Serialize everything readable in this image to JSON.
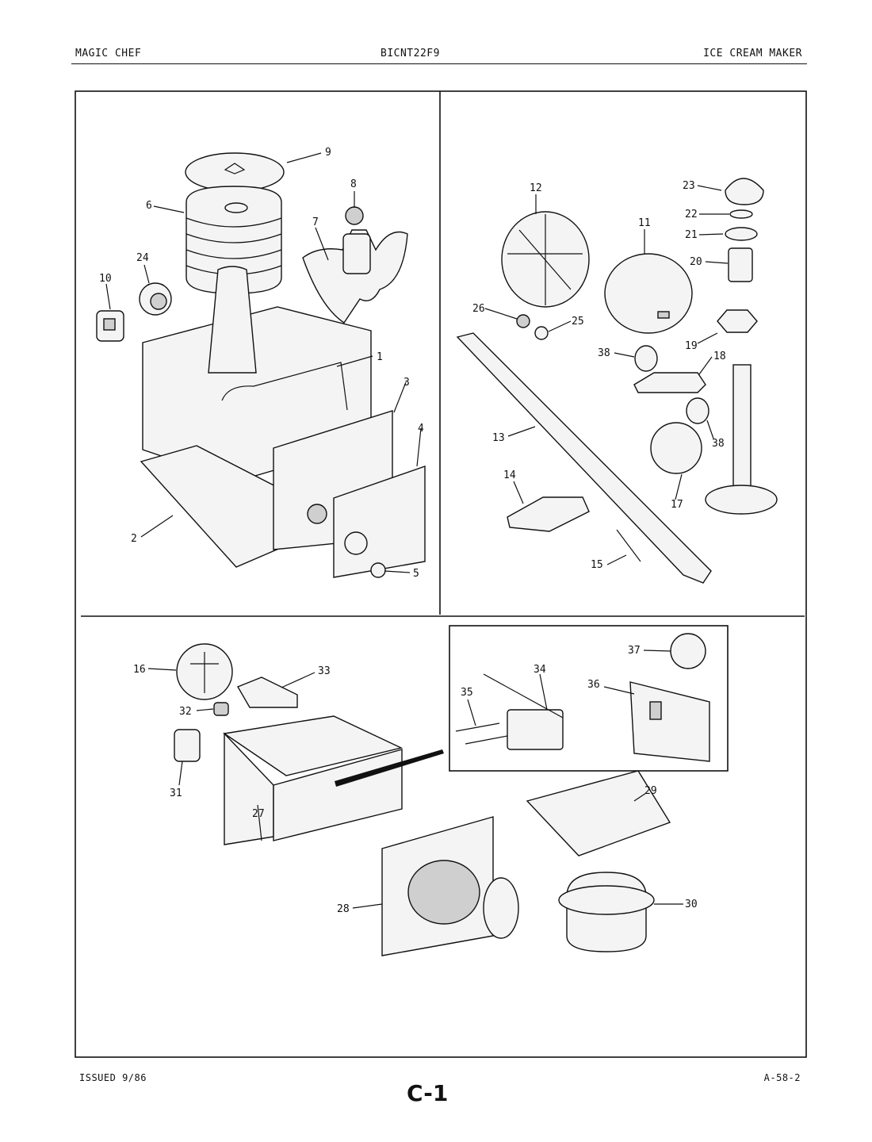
{
  "header": {
    "brand": "MAGIC CHEF",
    "model": "BICNT22F9",
    "section": "ICE CREAM MAKER"
  },
  "footer": {
    "issued": "ISSUED 9/86",
    "page_code": "C-1",
    "ref": "A-58-2"
  },
  "callouts": [
    {
      "id": "c1",
      "text": "1"
    },
    {
      "id": "c2",
      "text": "2"
    },
    {
      "id": "c3",
      "text": "3"
    },
    {
      "id": "c4",
      "text": "4"
    },
    {
      "id": "c5",
      "text": "5"
    },
    {
      "id": "c6",
      "text": "6"
    },
    {
      "id": "c7",
      "text": "7"
    },
    {
      "id": "c8",
      "text": "8"
    },
    {
      "id": "c9",
      "text": "9"
    },
    {
      "id": "c10",
      "text": "10"
    },
    {
      "id": "c11",
      "text": "11"
    },
    {
      "id": "c12",
      "text": "12"
    },
    {
      "id": "c13",
      "text": "13"
    },
    {
      "id": "c14",
      "text": "14"
    },
    {
      "id": "c15",
      "text": "15"
    },
    {
      "id": "c16",
      "text": "16"
    },
    {
      "id": "c17",
      "text": "17"
    },
    {
      "id": "c18",
      "text": "18"
    },
    {
      "id": "c19",
      "text": "19"
    },
    {
      "id": "c20",
      "text": "20"
    },
    {
      "id": "c21",
      "text": "21"
    },
    {
      "id": "c22",
      "text": "22"
    },
    {
      "id": "c23",
      "text": "23"
    },
    {
      "id": "c24",
      "text": "24"
    },
    {
      "id": "c25",
      "text": "25"
    },
    {
      "id": "c26",
      "text": "26"
    },
    {
      "id": "c27",
      "text": "27"
    },
    {
      "id": "c28",
      "text": "28"
    },
    {
      "id": "c29",
      "text": "29"
    },
    {
      "id": "c30",
      "text": "30"
    },
    {
      "id": "c31",
      "text": "31"
    },
    {
      "id": "c32",
      "text": "32"
    },
    {
      "id": "c33",
      "text": "33"
    },
    {
      "id": "c34",
      "text": "34"
    },
    {
      "id": "c35",
      "text": "35"
    },
    {
      "id": "c36",
      "text": "36"
    },
    {
      "id": "c37",
      "text": "37"
    },
    {
      "id": "c38a",
      "text": "38"
    },
    {
      "id": "c38b",
      "text": "38"
    }
  ]
}
